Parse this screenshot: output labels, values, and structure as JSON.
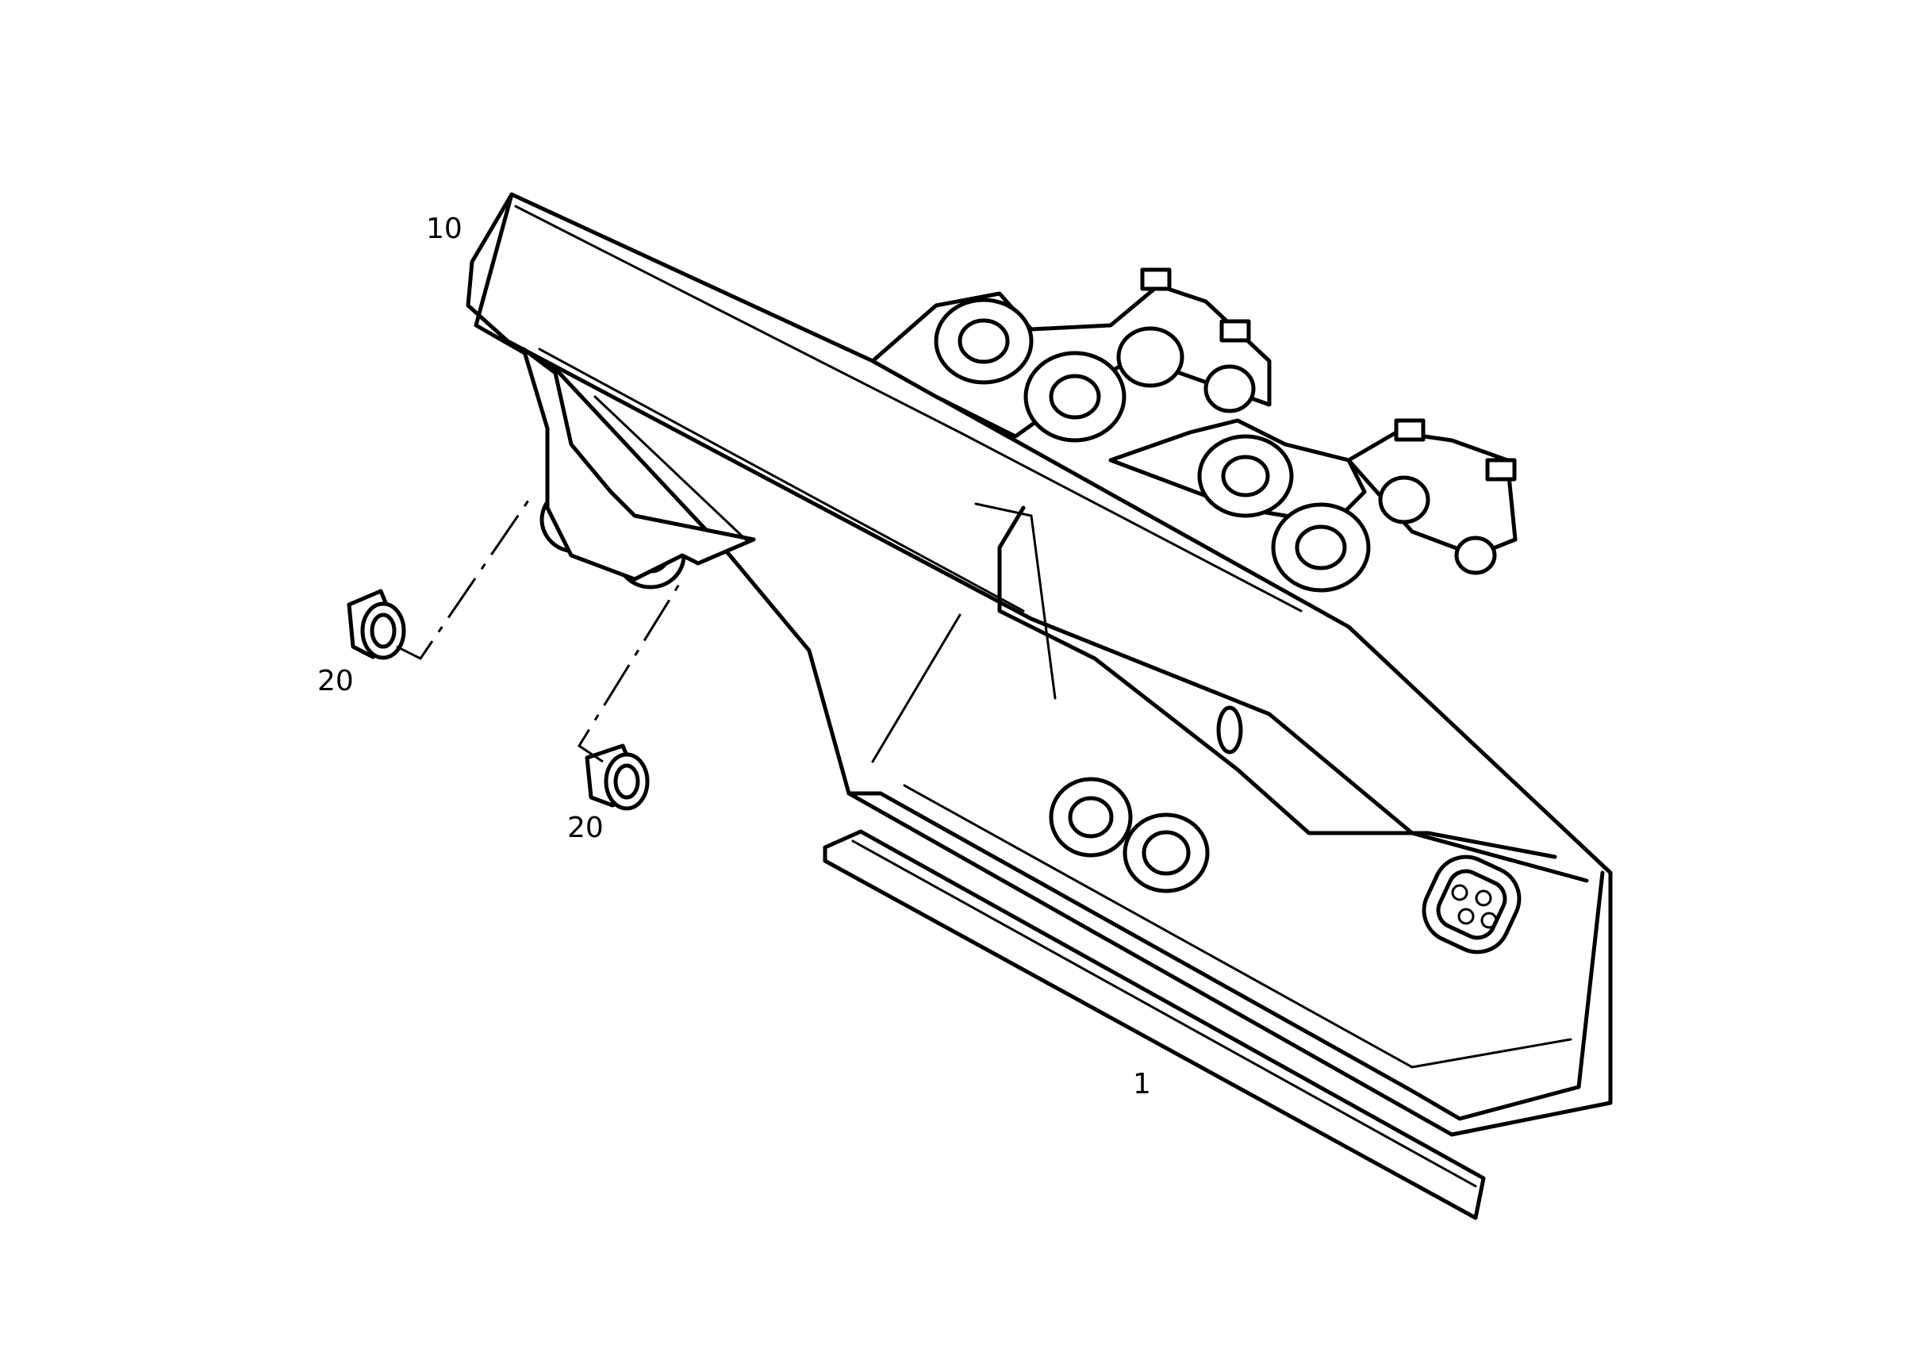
{
  "diagram": {
    "callouts": {
      "part_10": "10",
      "part_20_a": "20",
      "part_20_b": "20",
      "part_1": "1"
    }
  }
}
